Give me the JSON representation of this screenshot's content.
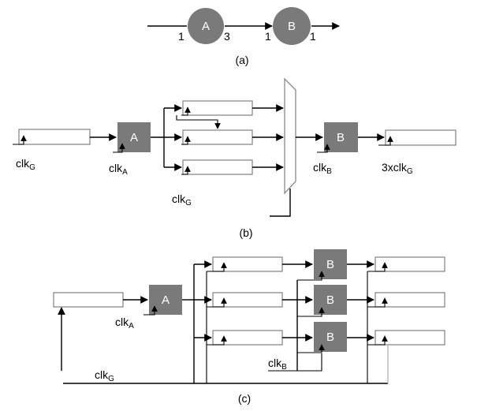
{
  "part_a": {
    "node_a": "A",
    "node_b": "B",
    "rate_a_in": "1",
    "rate_a_out": "3",
    "rate_b_in": "1",
    "rate_b_out": "1",
    "caption": "(a)"
  },
  "part_b": {
    "actor_a": "A",
    "actor_b": "B",
    "clk_g_main": "clk",
    "clk_g_main_sub": "G",
    "clk_a": "clk",
    "clk_a_sub": "A",
    "clk_g_mid": "clk",
    "clk_g_mid_sub": "G",
    "clk_b": "clk",
    "clk_b_sub": "B",
    "clk_out": "3xclk",
    "clk_out_sub": "G",
    "caption": "(b)"
  },
  "part_c": {
    "actor_a": "A",
    "actor_b1": "B",
    "actor_b2": "B",
    "actor_b3": "B",
    "clk_a": "clk",
    "clk_a_sub": "A",
    "clk_g": "clk",
    "clk_g_sub": "G",
    "clk_b": "clk",
    "clk_b_sub": "B",
    "caption": "(c)"
  },
  "colors": {
    "actor_fill": "#7a7a7a",
    "register_stroke": "#8a8a8a",
    "wire": "#000000"
  }
}
